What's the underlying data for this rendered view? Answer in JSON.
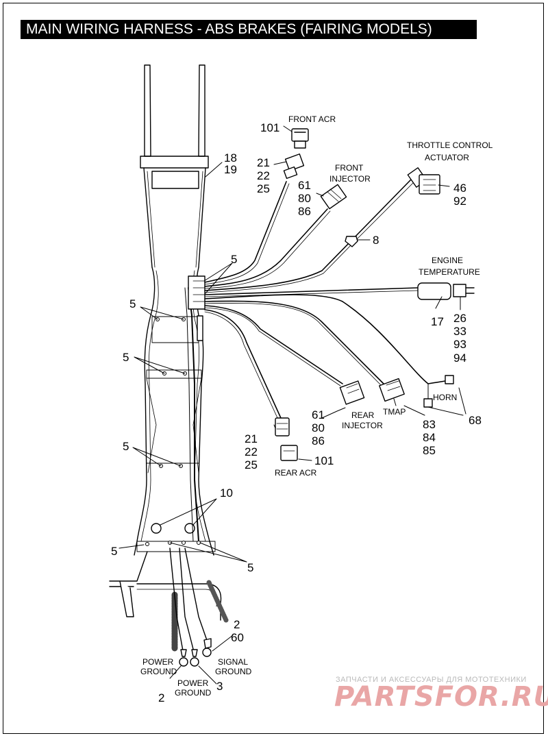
{
  "title": "MAIN WIRING HARNESS - ABS BRAKES (FAIRING MODELS)",
  "labels": {
    "front_acr": "FRONT ACR",
    "front_injector_1": "FRONT",
    "front_injector_2": "INJECTOR",
    "throttle_1": "THROTTLE CONTROL",
    "throttle_2": "ACTUATOR",
    "engine_temp_1": "ENGINE",
    "engine_temp_2": "TEMPERATURE",
    "horn": "HORN",
    "tmap": "TMAP",
    "rear_injector_1": "REAR",
    "rear_injector_2": "INJECTOR",
    "rear_acr": "REAR ACR",
    "power_ground_a1": "POWER",
    "power_ground_a2": "GROUND",
    "power_ground_b1": "POWER",
    "power_ground_b2": "GROUND",
    "signal_ground_1": "SIGNAL",
    "signal_ground_2": "GROUND"
  },
  "callouts": {
    "c101_front": "101",
    "c21_front": "21",
    "c22_front": "22",
    "c25_front": "25",
    "c61_front": "61",
    "c80_front": "80",
    "c86_front": "86",
    "c18": "18",
    "c19": "19",
    "c46": "46",
    "c92": "92",
    "c8": "8",
    "c5_mid": "5",
    "c5_left1": "5",
    "c5_left2": "5",
    "c5_left3": "5",
    "c5_bottom_left": "5",
    "c5_bottom_right": "5",
    "c17": "17",
    "c26": "26",
    "c33": "33",
    "c93": "93",
    "c94": "94",
    "c61_rear": "61",
    "c80_rear": "80",
    "c86_rear": "86",
    "c83": "83",
    "c84": "84",
    "c85": "85",
    "c68": "68",
    "c21_rear": "21",
    "c22_rear": "22",
    "c25_rear": "25",
    "c101_rear": "101",
    "c10": "10",
    "c2_top": "2",
    "c60": "60",
    "c2_bottom": "2",
    "c3": "3"
  },
  "watermark": {
    "tagline": "ЗАПЧАСТИ И АКСЕССУАРЫ ДЛЯ МОТОТЕХНИКИ",
    "logo": "PARTSFOR.RU"
  }
}
